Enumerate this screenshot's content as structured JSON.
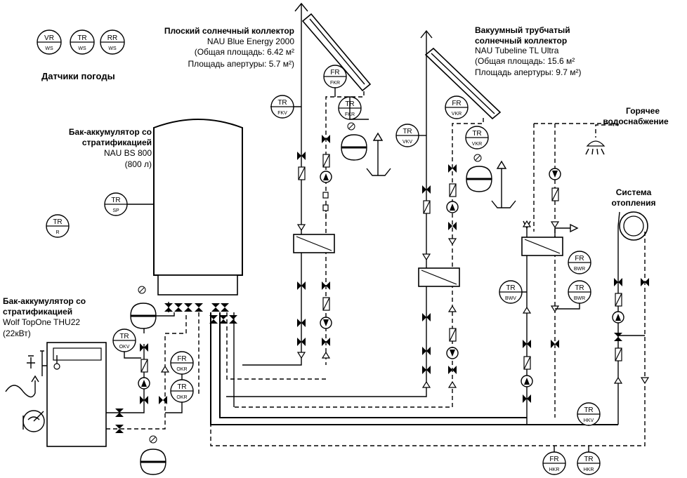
{
  "labels": {
    "weather_sensors": "Датчики погоды",
    "flat_title": "Плоский солнечный коллектор",
    "flat_model": "NAU Blue Energy 2000",
    "flat_area": "(Общая площадь: 6.42 м²",
    "flat_aperture": "Площадь апертуры: 5.7 м²)",
    "vac_title_1": "Вакуумный трубчатый",
    "vac_title_2": "солнечный коллектор",
    "vac_model": "NAU Tubeline TL Ultra",
    "vac_area": "(Общая площадь: 15.6 м²",
    "vac_aperture": "Площадь апертуры: 9.7 м²)",
    "tank_title_1": "Бак-аккумулятор со",
    "tank_title_2": "стратификацией",
    "tank_model": "NAU BS 800",
    "tank_volume": "(800 л)",
    "hot_water_1": "Горячее",
    "hot_water_2": "водоснабжение",
    "heating_1": "Система",
    "heating_2": "отопления",
    "boiler_title_1": "Бак-аккумулятор со",
    "boiler_title_2": "стратификацией",
    "boiler_model": "Wolf TopOne THU22",
    "boiler_power": "(22кВт)"
  },
  "sensors": {
    "ws1": {
      "top": "VR",
      "sub": "WS"
    },
    "ws2": {
      "top": "TR",
      "sub": "WS"
    },
    "ws3": {
      "top": "RR",
      "sub": "WS"
    },
    "sp": {
      "top": "TR",
      "sub": "SP"
    },
    "r": {
      "top": "TR",
      "sub": "R"
    },
    "fkv": {
      "top": "TR",
      "sub": "FKV"
    },
    "fkr_f": {
      "top": "FR",
      "sub": "FKR"
    },
    "fkr_t": {
      "top": "TR",
      "sub": "FKR"
    },
    "vkv": {
      "top": "TR",
      "sub": "VKV"
    },
    "vkr_f": {
      "top": "FR",
      "sub": "VKR"
    },
    "vkr_t": {
      "top": "TR",
      "sub": "VKR"
    },
    "okv": {
      "top": "TR",
      "sub": "OKV"
    },
    "okr_f": {
      "top": "FR",
      "sub": "OKR"
    },
    "okr_t": {
      "top": "TR",
      "sub": "OKR"
    },
    "bwv": {
      "top": "TR",
      "sub": "BWV"
    },
    "bwr_f": {
      "top": "FR",
      "sub": "BWR"
    },
    "bwr_t": {
      "top": "TR",
      "sub": "BWR"
    },
    "hkv": {
      "top": "TR",
      "sub": "HKV"
    },
    "hkr_f": {
      "top": "FR",
      "sub": "HKR"
    },
    "hkr_t": {
      "top": "TR",
      "sub": "HKR"
    }
  }
}
